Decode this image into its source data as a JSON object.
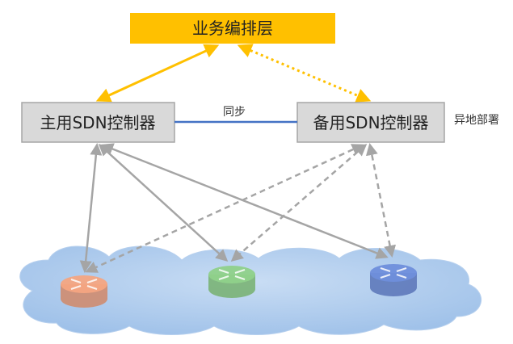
{
  "orchestration_layer": {
    "label": "业务编排层",
    "color": "#FFC000"
  },
  "primary_controller": {
    "label": "主用SDN控制器"
  },
  "backup_controller": {
    "label": "备用SDN控制器"
  },
  "sync_label": "同步",
  "remote_deploy_label": "异地部署",
  "colors": {
    "controller_fill": "#D9D9D9",
    "controller_border": "#A6A6A6",
    "sync_line": "#4472C4",
    "link_line": "#A5A5A5",
    "cloud": "#A9C8EC",
    "router_primary": "#F4A582",
    "router_middle": "#8FD18A",
    "router_right": "#6F8EDB"
  },
  "routers": [
    {
      "name": "router-left",
      "icon": "router-icon"
    },
    {
      "name": "router-middle",
      "icon": "router-icon"
    },
    {
      "name": "router-right",
      "icon": "router-icon"
    }
  ]
}
